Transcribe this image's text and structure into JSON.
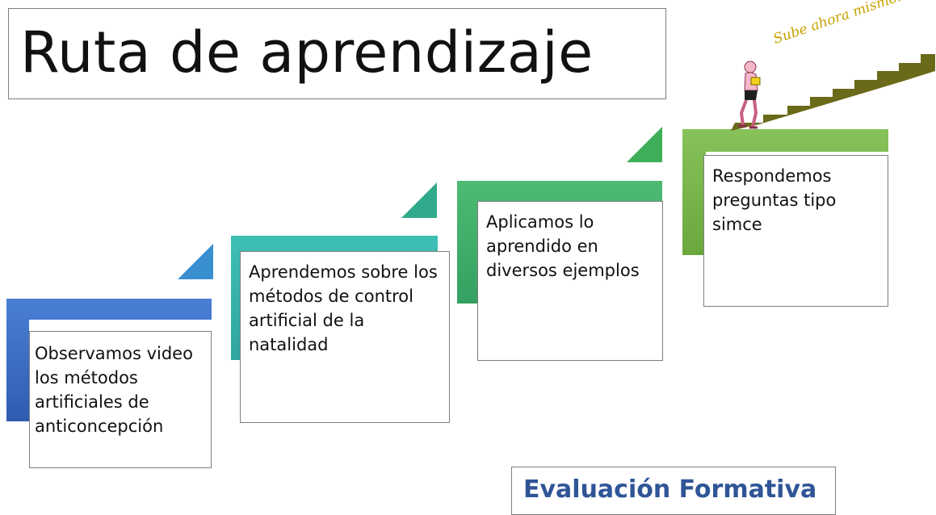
{
  "title": "Ruta de aprendizaje",
  "motto": "Sube ahora mismo...!",
  "steps": [
    "Observamos video los métodos artificiales de anticoncepción",
    "Aprendemos sobre los métodos de control artificial de la natalidad",
    "Aplicamos lo aprendido en diversos ejemplos",
    "Respondemos preguntas tipo simce"
  ],
  "evaluation": "Evaluación Formativa",
  "colors": {
    "step1": "#3f6fc7",
    "step2": "#34b3b0",
    "step3": "#3dae6f",
    "step4": "#76b548",
    "stairs": "#6b6a1a",
    "evaluation_text": "#2f5597"
  }
}
